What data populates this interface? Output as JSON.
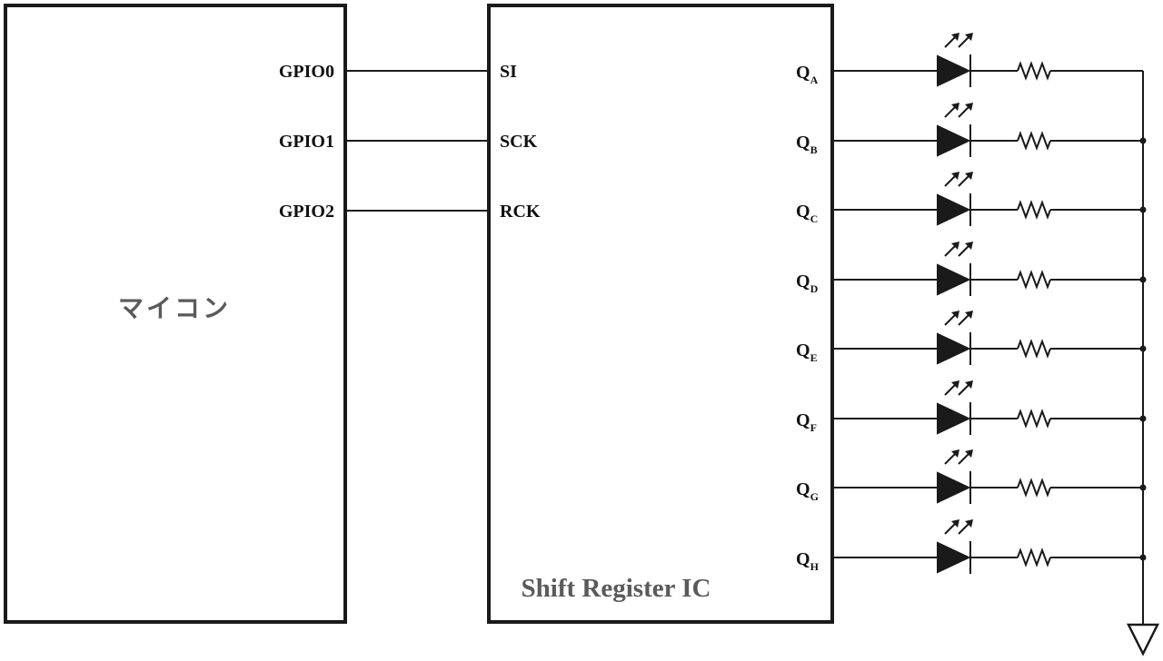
{
  "mcu": {
    "label": "マイコン"
  },
  "ic": {
    "title": "Shift Register IC"
  },
  "gpio_pins": [
    "GPIO0",
    "GPIO1",
    "GPIO2"
  ],
  "ic_inputs": [
    "SI",
    "SCK",
    "RCK"
  ],
  "outputs": [
    {
      "base": "Q",
      "sub": "A"
    },
    {
      "base": "Q",
      "sub": "B"
    },
    {
      "base": "Q",
      "sub": "C"
    },
    {
      "base": "Q",
      "sub": "D"
    },
    {
      "base": "Q",
      "sub": "E"
    },
    {
      "base": "Q",
      "sub": "F"
    },
    {
      "base": "Q",
      "sub": "G"
    },
    {
      "base": "Q",
      "sub": "H"
    }
  ],
  "output_component": {
    "led": "led-icon",
    "resistor": "resistor-icon",
    "ground": "ground-icon"
  }
}
